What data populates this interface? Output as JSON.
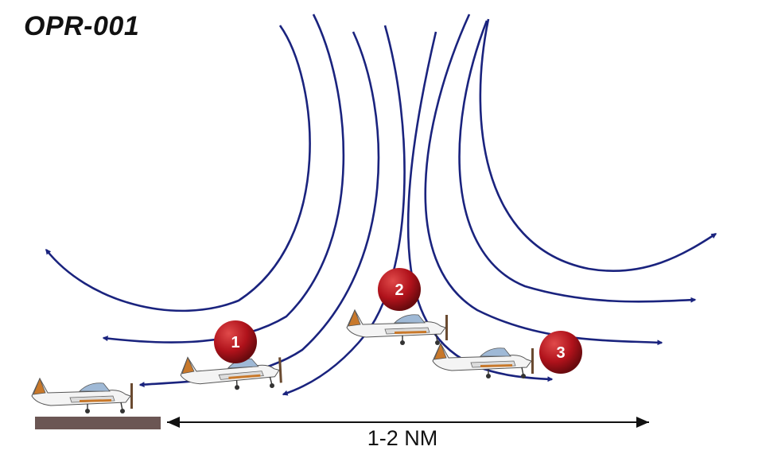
{
  "title": "OPR-001",
  "distance_label": "1-2 NM",
  "markers": [
    {
      "label": "1"
    },
    {
      "label": "2"
    },
    {
      "label": "3"
    }
  ],
  "colors": {
    "flow_line": "#1a237e",
    "marker_fill": "#b0121b",
    "runway": "#6b5654",
    "aircraft_body": "#f4f4f4",
    "aircraft_accent": "#c8782a"
  }
}
